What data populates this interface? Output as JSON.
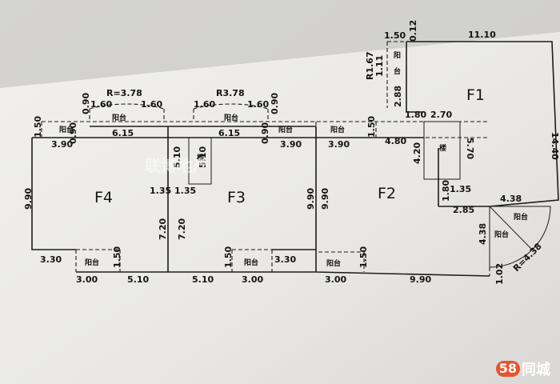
{
  "floorplan": {
    "rooms": {
      "f1": "F1",
      "f2": "F2",
      "f3": "F3",
      "f4": "F4"
    },
    "balcony_label": "阳台",
    "balcony_chars": [
      "阳",
      "台"
    ],
    "stair_label": "楼",
    "watermark": "联博地产",
    "radius_left": "R=3.78",
    "radius_mid": "R3.78",
    "radius_right": "R=4.38",
    "dims": {
      "top_150": "1.50",
      "top_012": "0.12",
      "top_1110": "11.10",
      "r167": "R1.67",
      "v111": "1.11",
      "v288": "2.88",
      "v1440": "14.40",
      "h180": "1.80",
      "h270": "2.70",
      "h570": "5.70",
      "h420": "4.20",
      "h480": "4.80",
      "h180b": "1.80",
      "h135": "1.35",
      "h438": "4.38",
      "h285": "2.85",
      "v438": "4.38",
      "v102": "1.02",
      "f4_160a": "1.60",
      "f4_160b": "1.60",
      "f4_090": "0.90",
      "f3_160a": "1.60",
      "f3_160b": "1.60",
      "f3_090": "0.90",
      "f4_150": "1.50",
      "f4_390": "3.90",
      "f4_615": "6.15",
      "f4_090b": "0.90",
      "f3_615": "6.15",
      "f3_090b": "0.90",
      "f3_390": "3.90",
      "f2_150": "1.50",
      "f2_390": "3.90",
      "v990_l": "9.90",
      "v510_a": "5.10",
      "v510_b": "5.10",
      "h135_a": "1.35",
      "h135_b": "1.35",
      "v720_a": "7.20",
      "v720_b": "7.20",
      "v990_m": "9.90",
      "v990_r": "9.90",
      "b330_l": "3.30",
      "b150_l": "1.50",
      "b300_l": "3.00",
      "b510_a": "5.10",
      "b510_b": "5.10",
      "b150_m": "1.50",
      "b300_m": "3.00",
      "b330_m": "3.30",
      "b150_r": "1.50",
      "b300_r": "3.00",
      "b990": "9.90"
    }
  },
  "brand": {
    "mark": "58",
    "text": "同城"
  }
}
